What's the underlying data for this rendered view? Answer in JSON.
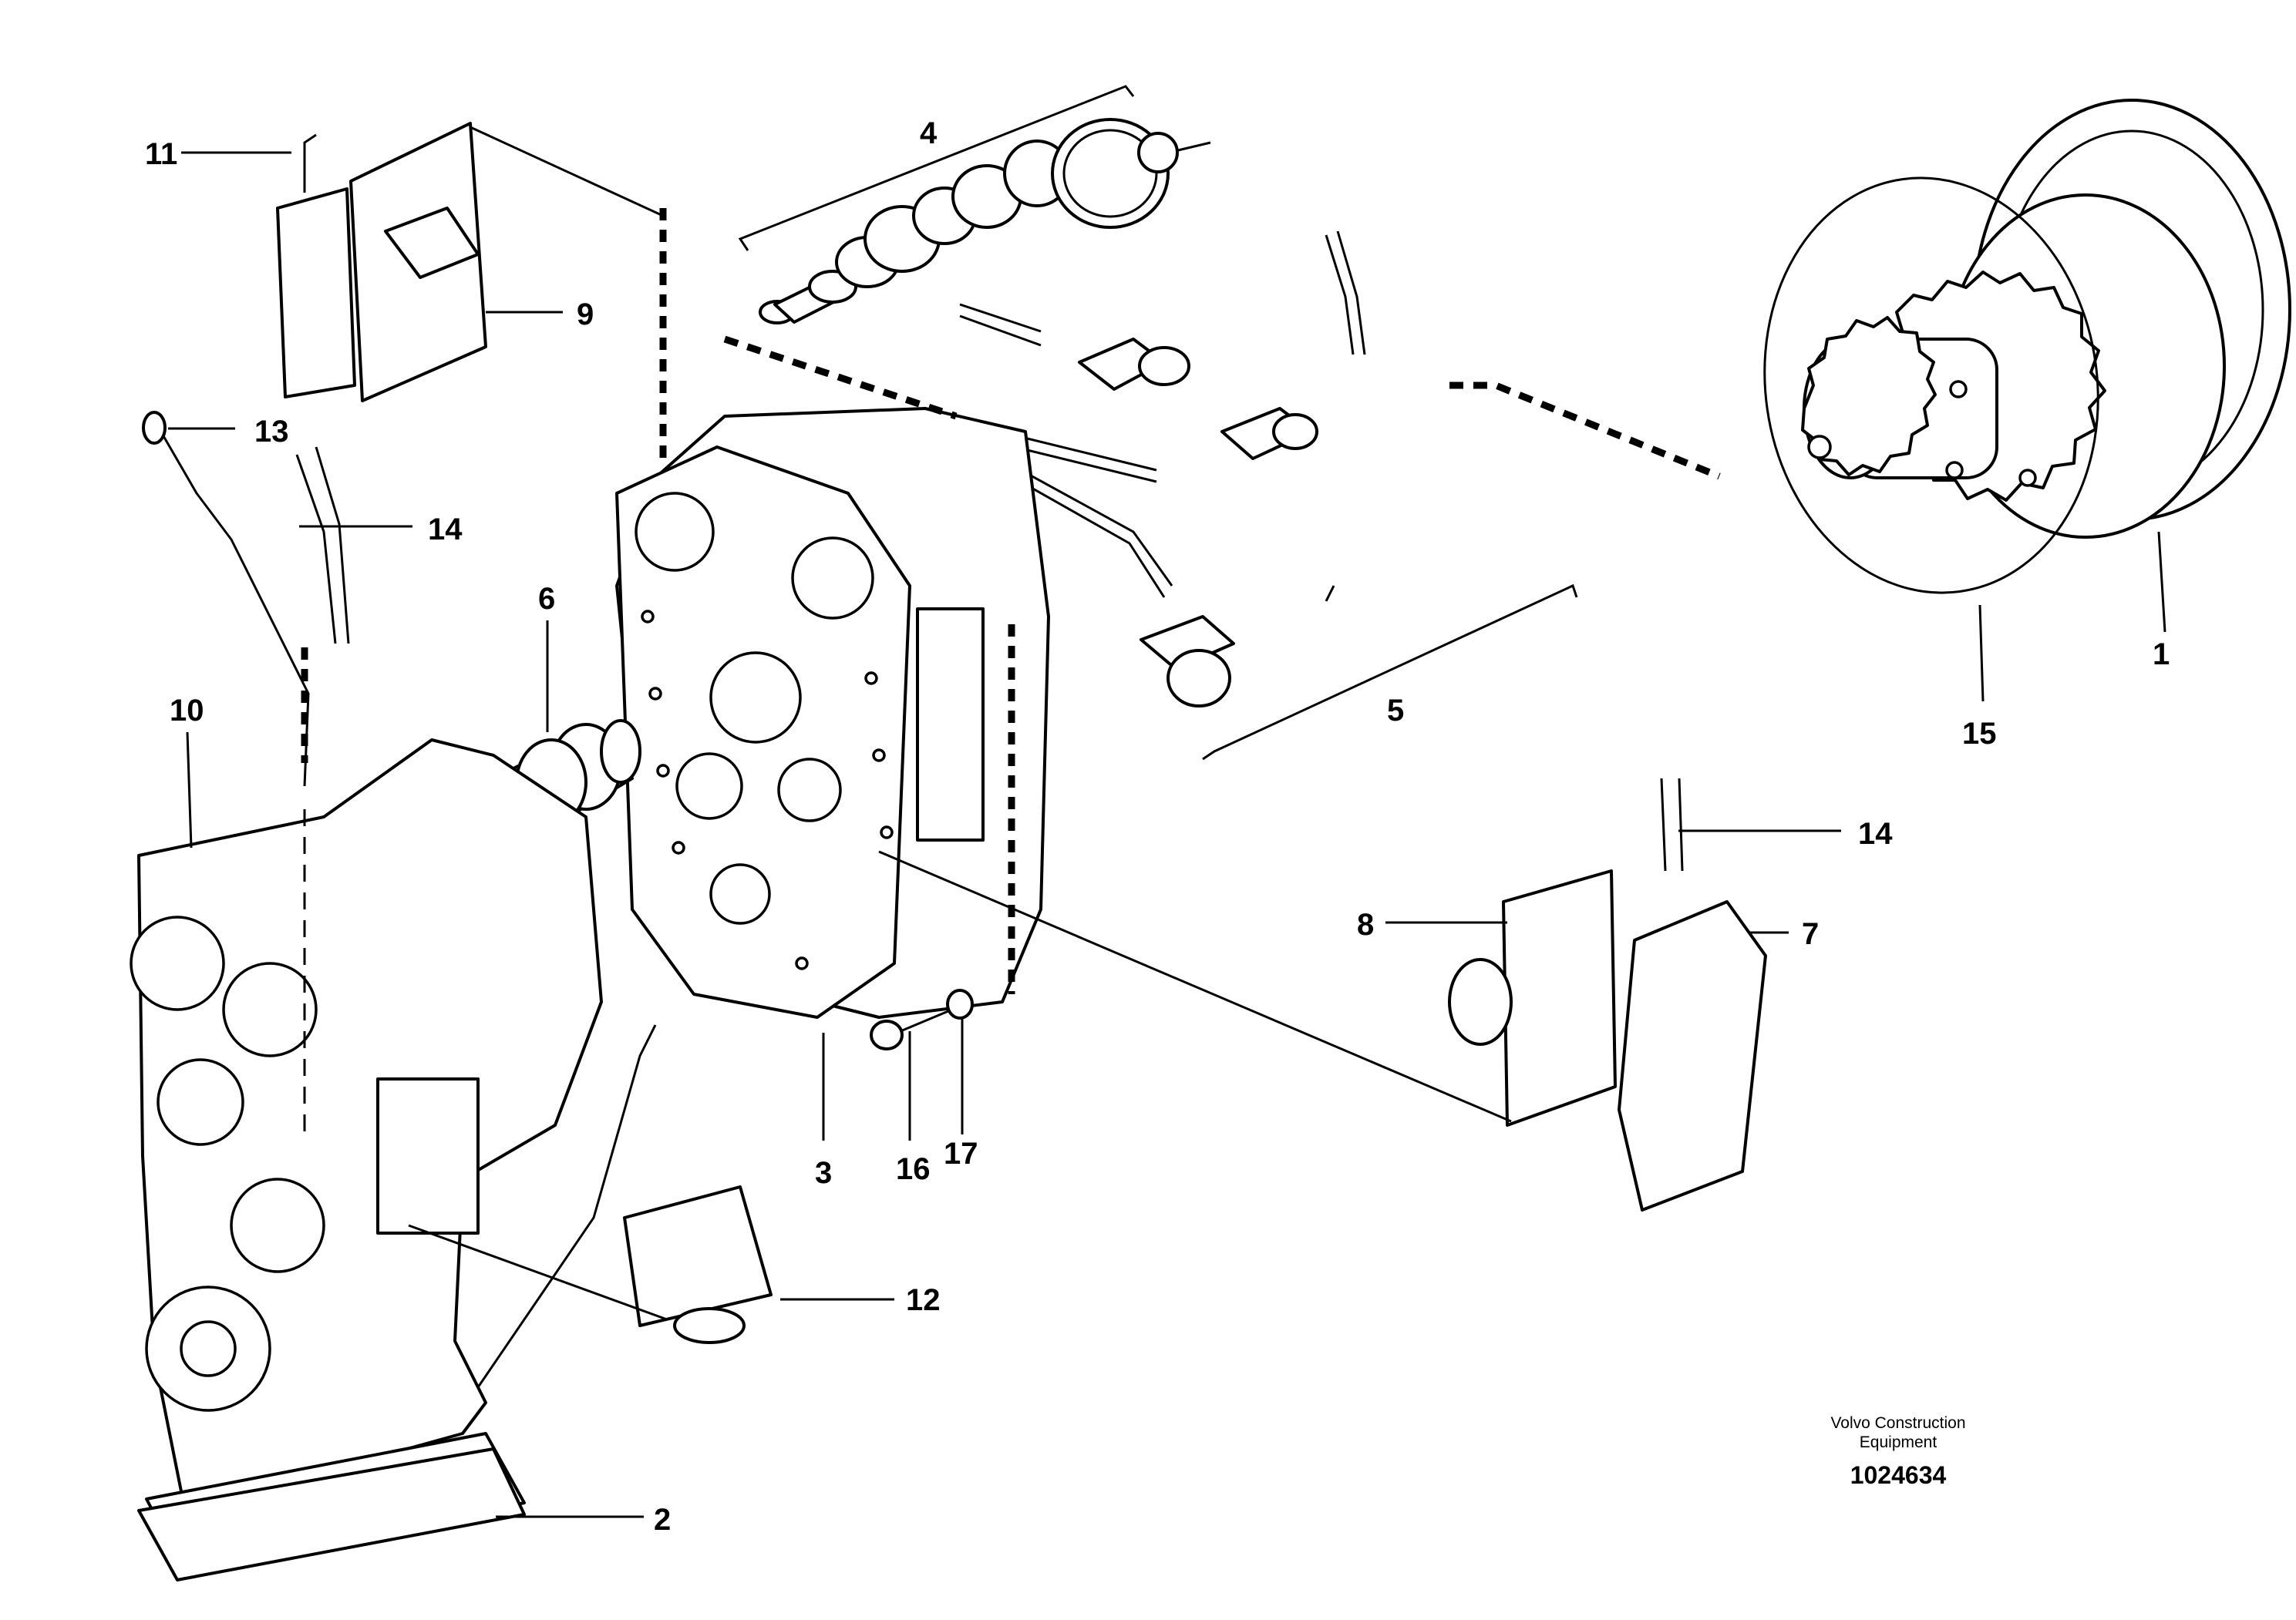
{
  "callouts": {
    "c1": "1",
    "c2": "2",
    "c3": "3",
    "c4": "4",
    "c5": "5",
    "c6": "6",
    "c7": "7",
    "c8": "8",
    "c9": "9",
    "c10": "10",
    "c11": "11",
    "c12": "12",
    "c13": "13",
    "c14a": "14",
    "c14b": "14",
    "c15": "15",
    "c16": "16",
    "c17": "17"
  },
  "caption": {
    "line1": "Volvo Construction",
    "line2": "Equipment",
    "doc_number": "1024634"
  }
}
